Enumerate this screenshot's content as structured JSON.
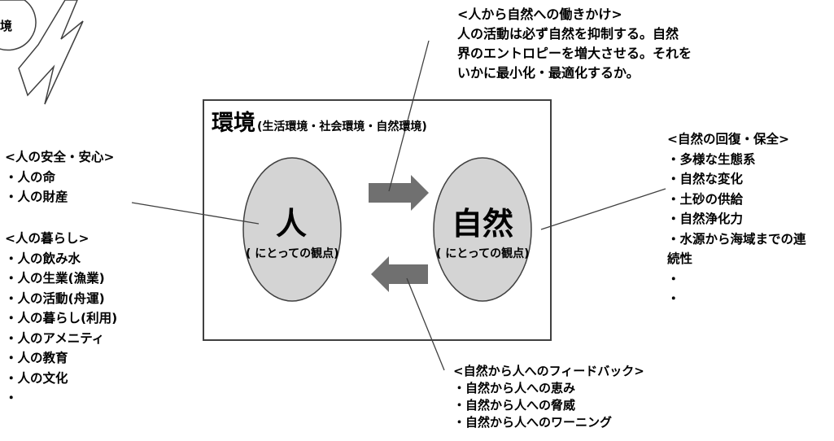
{
  "corner": {
    "char": "境"
  },
  "box": {
    "title": "環境",
    "subtitle": "(生活環境・社会環境・自然環境)"
  },
  "nodes": {
    "human": {
      "label": "人",
      "caption": "( にとっての観点)"
    },
    "nature": {
      "label": "自然",
      "caption": "( にとっての観点)"
    }
  },
  "top_note": {
    "heading": "<人から自然への働きかけ>",
    "lines": [
      "人の活動は必ず自然を抑制する。自然",
      "界のエントロピーを増大させる。それを",
      "いかに最小化・最適化するか。"
    ]
  },
  "left_list": {
    "safety": {
      "heading": "<人の安全・安心>",
      "items": [
        "・人の命",
        "・人の財産"
      ]
    },
    "living": {
      "heading": "<人の暮らし>",
      "items": [
        "・人の飲み水",
        "・人の生業(漁業)",
        "・人の活動(舟運)",
        "・人の暮らし(利用)",
        "・人のアメニティ",
        "・人の教育",
        "・人の文化",
        "・"
      ]
    }
  },
  "right_list": {
    "heading": "<自然の回復・保全>",
    "items": [
      "・多様な生態系",
      "・自然な変化",
      "・土砂の供給",
      "・自然浄化力",
      "・水源から海域までの連",
      "続性",
      "・",
      "・"
    ]
  },
  "bottom_note": {
    "heading": "<自然から人へのフィードバック>",
    "items": [
      "・自然から人への恵み",
      "・自然から人への脅威",
      "・自然から人へのワーニング"
    ]
  },
  "colors": {
    "ellipse_fill": "#d4d4d4",
    "arrow_fill": "#707070",
    "stroke": "#404040",
    "text": "#000000",
    "background": "#ffffff"
  }
}
